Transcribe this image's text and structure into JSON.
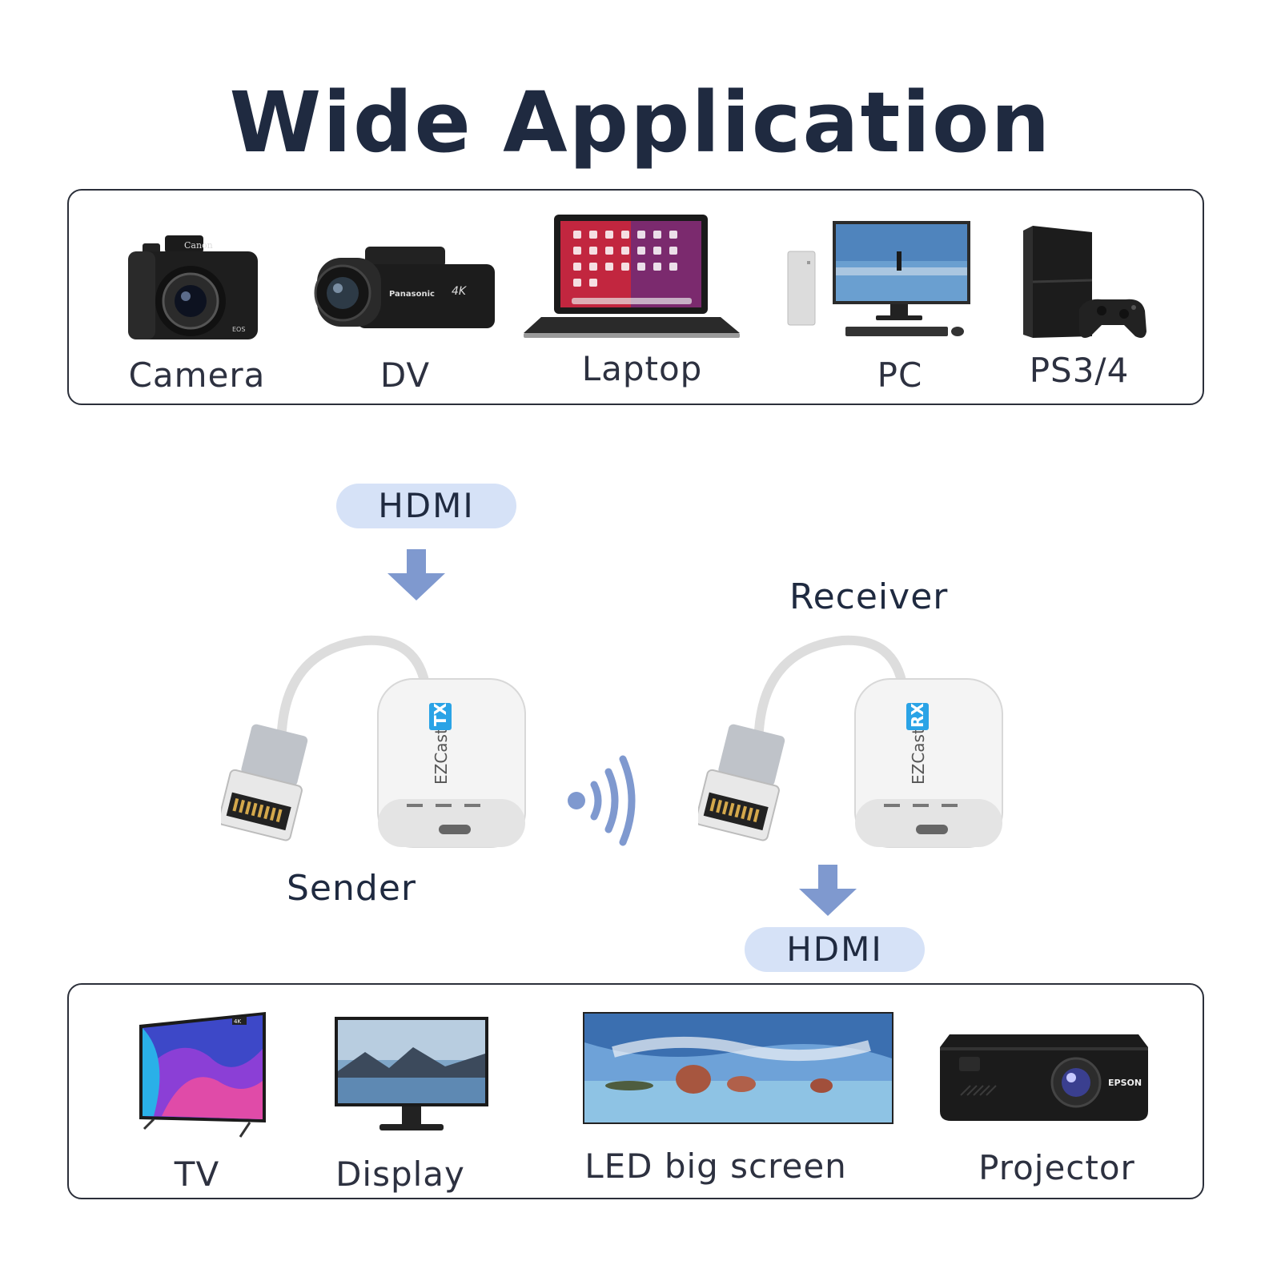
{
  "title": "Wide Application",
  "sources": [
    {
      "label": "Camera",
      "icon": "camera-icon"
    },
    {
      "label": "DV",
      "icon": "camcorder-icon"
    },
    {
      "label": "Laptop",
      "icon": "laptop-icon"
    },
    {
      "label": "PC",
      "icon": "desktop-pc-icon"
    },
    {
      "label": "PS3/4",
      "icon": "game-console-icon"
    }
  ],
  "flow": {
    "input_label": "HDMI",
    "sender_label": "Sender",
    "receiver_label": "Receiver",
    "output_label": "HDMI",
    "sender_brand": "EZCast",
    "sender_tag": "TX",
    "receiver_brand": "EZCast",
    "receiver_tag": "RX"
  },
  "outputs": [
    {
      "label": "TV",
      "icon": "tv-icon",
      "badge_4k": "4K"
    },
    {
      "label": "Display",
      "icon": "monitor-icon"
    },
    {
      "label": "LED big screen",
      "icon": "led-screen-icon"
    },
    {
      "label": "Projector",
      "icon": "projector-icon",
      "brand": "EPSON"
    }
  ],
  "colors": {
    "title": "#1f2a40",
    "pill_bg": "#d6e2f7",
    "arrow": "#7f99cf",
    "tag_blue": "#2aa3e6"
  }
}
